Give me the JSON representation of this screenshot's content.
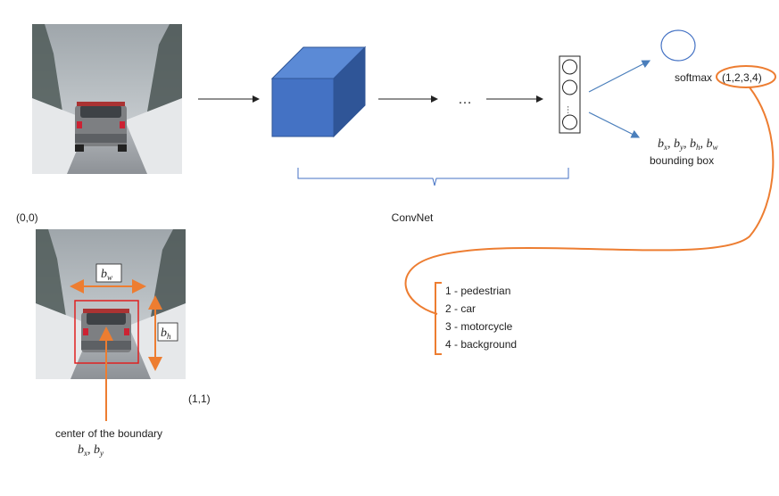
{
  "pipeline": {
    "ellipsis": "…",
    "convnet_label": "ConvNet"
  },
  "outputs": {
    "softmax_label": "softmax",
    "softmax_classes": "(1,2,3,4)",
    "bbox_var_b": "b",
    "bbox_subs": [
      "x",
      "y",
      "h",
      "w"
    ],
    "bbox_label": "bounding box"
  },
  "class_list": [
    "1 - pedestrian",
    "2 - car",
    "3 - motorcycle",
    "4 - background"
  ],
  "coords": {
    "origin": "(0,0)",
    "corner": "(1,1)"
  },
  "dimension_labels": {
    "b": "b",
    "w_sub": "w",
    "h_sub": "h"
  },
  "center_caption": {
    "line1": "center of the boundary",
    "b": "b",
    "x_sub": "x",
    "y_sub": "y"
  },
  "colors": {
    "cube_front": "#4472c4",
    "cube_top": "#5b8ad6",
    "cube_side": "#2f5597",
    "accent_orange": "#ed7d31",
    "bbox_red": "#e02020",
    "arrow_blue": "#4a7ebb"
  }
}
